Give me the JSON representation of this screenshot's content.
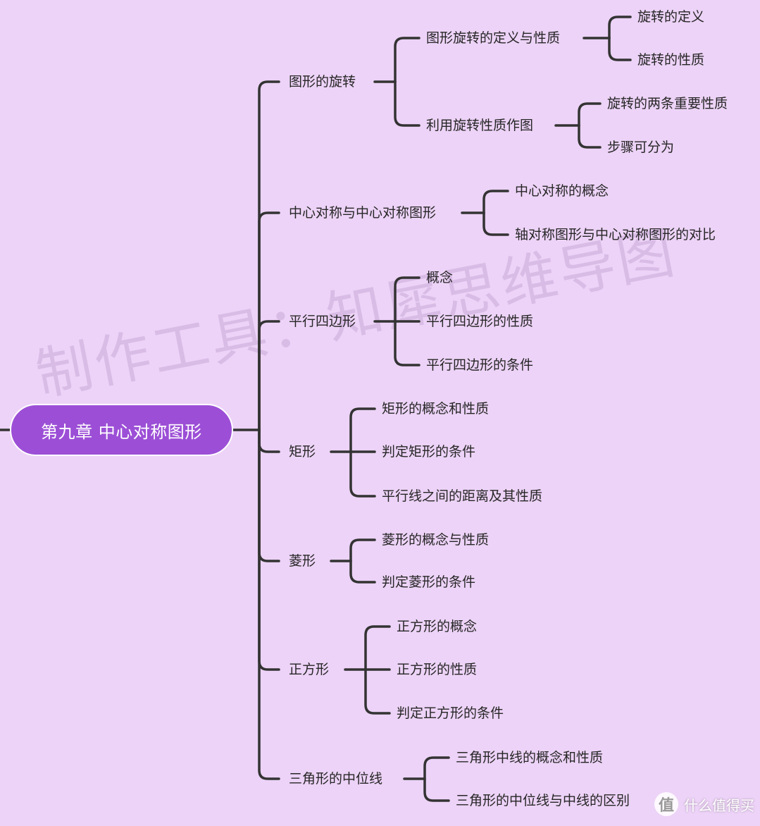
{
  "colors": {
    "background": "#edd3f7",
    "root": "#9c4fd6",
    "connector": "#333333",
    "text": "#262626"
  },
  "watermark": "制作工具：知犀思维导图",
  "credit": {
    "logo": "值",
    "text": "什么值得买"
  },
  "root": {
    "label": "第九章 中心对称图形"
  },
  "branches": [
    {
      "label": "图形的旋转",
      "children": [
        {
          "label": "图形旋转的定义与性质",
          "children": [
            {
              "label": "旋转的定义"
            },
            {
              "label": "旋转的性质"
            }
          ]
        },
        {
          "label": "利用旋转性质作图",
          "children": [
            {
              "label": "旋转的两条重要性质"
            },
            {
              "label": "步骤可分为"
            }
          ]
        }
      ]
    },
    {
      "label": "中心对称与中心对称图形",
      "children": [
        {
          "label": "中心对称的概念"
        },
        {
          "label": "轴对称图形与中心对称图形的对比"
        }
      ]
    },
    {
      "label": "平行四边形",
      "children": [
        {
          "label": "概念"
        },
        {
          "label": "平行四边形的性质"
        },
        {
          "label": "平行四边形的条件"
        }
      ]
    },
    {
      "label": "矩形",
      "children": [
        {
          "label": "矩形的概念和性质"
        },
        {
          "label": "判定矩形的条件"
        },
        {
          "label": "平行线之间的距离及其性质"
        }
      ]
    },
    {
      "label": "菱形",
      "children": [
        {
          "label": "菱形的概念与性质"
        },
        {
          "label": "判定菱形的条件"
        }
      ]
    },
    {
      "label": "正方形",
      "children": [
        {
          "label": "正方形的概念"
        },
        {
          "label": "正方形的性质"
        },
        {
          "label": "判定正方形的条件"
        }
      ]
    },
    {
      "label": "三角形的中位线",
      "children": [
        {
          "label": "三角形中线的概念和性质"
        },
        {
          "label": "三角形的中位线与中线的区别"
        }
      ]
    }
  ]
}
